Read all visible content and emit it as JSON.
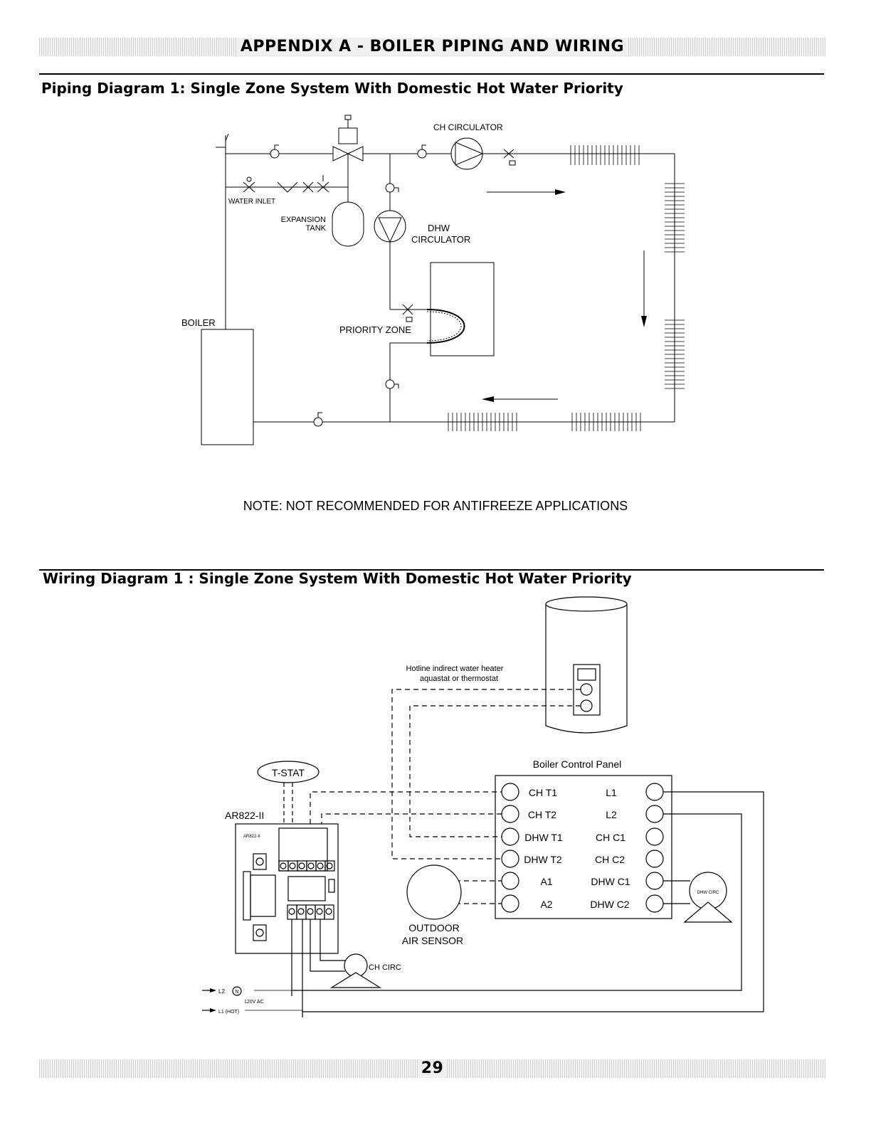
{
  "header": {
    "appendix_title": "APPENDIX A - BOILER PIPING AND WIRING"
  },
  "piping": {
    "title": "Piping Diagram 1: Single Zone System With Domestic Hot Water Priority",
    "labels": {
      "ch_circulator": "CH CIRCULATOR",
      "water_inlet": "WATER INLET",
      "expansion_tank_1": "EXPANSION",
      "expansion_tank_2": "TANK",
      "dhw_circulator_1": "DHW",
      "dhw_circulator_2": "CIRCULATOR",
      "boiler": "BOILER",
      "priority_zone": "PRIORITY ZONE"
    },
    "note": "NOTE: NOT RECOMMENDED FOR ANTIFREEZE APPLICATIONS"
  },
  "wiring": {
    "title": "Wiring Diagram 1 : Single Zone System With Domestic Hot Water Priority",
    "water_heater_label_1": "Hotline indirect water heater",
    "water_heater_label_2": "aquastat or thermostat",
    "panel_title": "Boiler Control Panel",
    "tstat": "T-STAT",
    "relay_name": "AR822-II",
    "relay_inner_name": "AR822-II",
    "outdoor_sensor_1": "OUTDOOR",
    "outdoor_sensor_2": "AIR SENSOR",
    "ch_circ": "CH CIRC",
    "dhw_circ": "DHW CIRC",
    "supply_l2": "L2",
    "supply_n": "N",
    "supply_voltage": "120V AC",
    "supply_l1": "L1 (HOT)",
    "terminals_left": [
      "CH T1",
      "CH T2",
      "DHW T1",
      "DHW T2",
      "A1",
      "A2"
    ],
    "terminals_right": [
      "L1",
      "L2",
      "CH C1",
      "CH C2",
      "DHW C1",
      "DHW C2"
    ]
  },
  "footer": {
    "page_number": "29"
  }
}
